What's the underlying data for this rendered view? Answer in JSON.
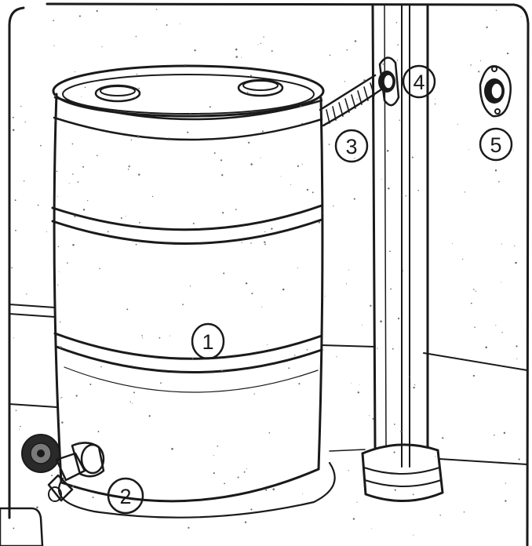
{
  "callouts": {
    "barrel": "1",
    "spigot": "2",
    "hose": "3",
    "downspout_fitting": "4",
    "flange_fitting": "5"
  },
  "colors": {
    "ink": "#1a1a1a",
    "paper": "#ffffff",
    "speckle": "#6b6b6b"
  },
  "icons": {
    "barrel": "rain-barrel-icon",
    "spigot": "spigot-icon",
    "hose": "overflow-hose-icon",
    "downspout": "downspout-icon",
    "fitting": "flange-fitting-icon"
  }
}
